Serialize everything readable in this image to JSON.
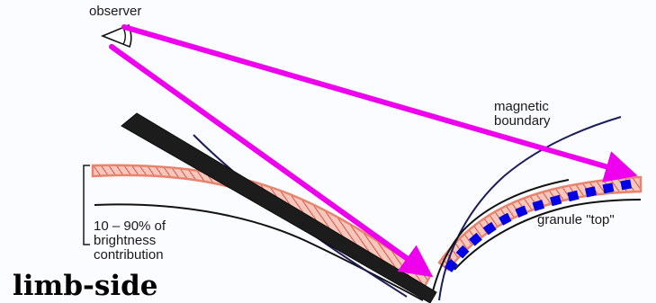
{
  "labels": {
    "observer": "observer",
    "magnetic_boundary_line1": "magnetic",
    "magnetic_boundary_line2": "boundary",
    "granule_top": "granule \"top\"",
    "brightness_line1": "10 – 90% of",
    "brightness_line2": "brightness",
    "brightness_line3": "contribution"
  },
  "title": "limb-side",
  "colors": {
    "sightline": "#ee00ee",
    "brightness_band": "#e8846e",
    "band_hatch": "#d81e1e",
    "occluder": "#1c1c1c",
    "magnetic_boundary": "#1c1c5a",
    "surface_line": "#111111",
    "dashed_path": "#0000e6"
  },
  "icons": {
    "observer": "eye-icon"
  }
}
